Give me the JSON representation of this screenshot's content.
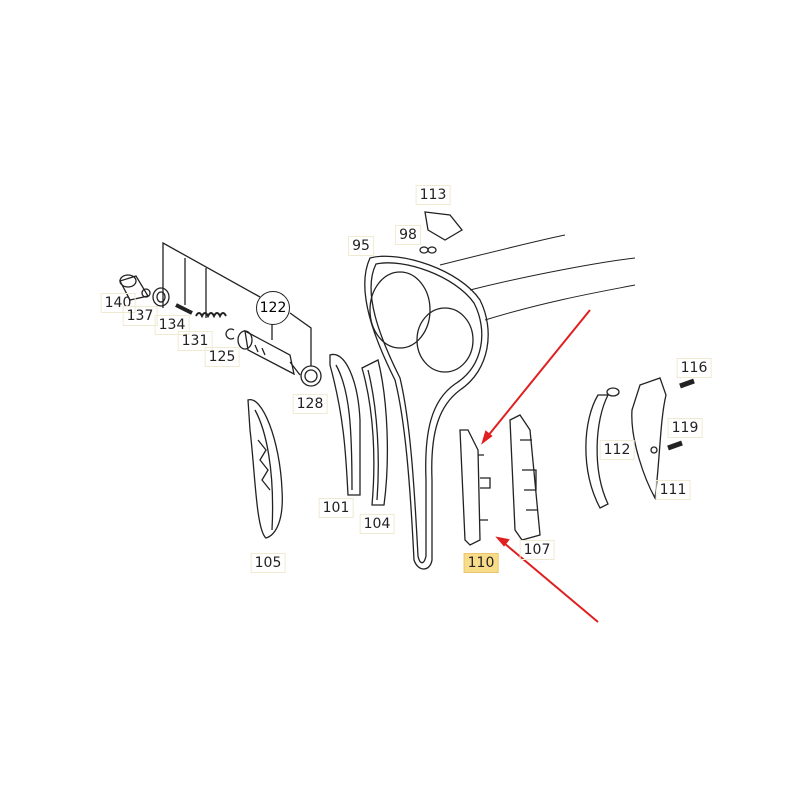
{
  "diagram": {
    "highlighted_part": "110",
    "highlight_color": "#f8dc8a",
    "arrow_color": "#e02020",
    "labels": {
      "p113": "113",
      "p98": "98",
      "p95": "95",
      "p122": "122",
      "p140": "140",
      "p137": "137",
      "p134": "134",
      "p131": "131",
      "p125": "125",
      "p128": "128",
      "p101": "101",
      "p104": "104",
      "p105": "105",
      "p110": "110",
      "p107": "107",
      "p112": "112",
      "p116": "116",
      "p119": "119",
      "p111": "111"
    }
  }
}
